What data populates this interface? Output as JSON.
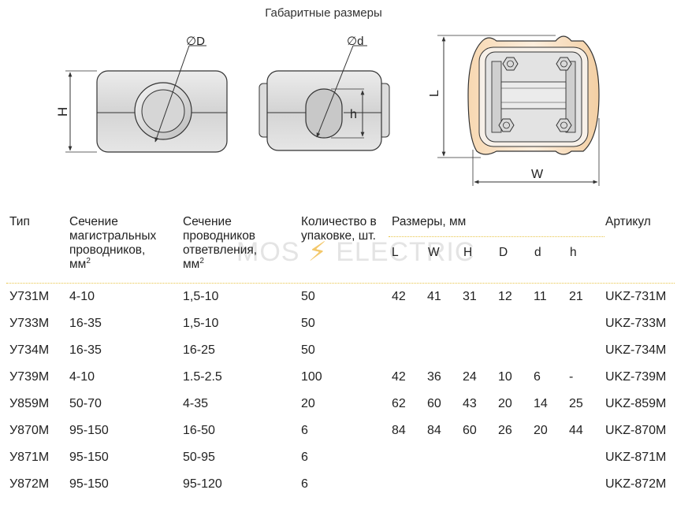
{
  "title": "Габаритные размеры",
  "drawing_labels": {
    "outer_diameter": "∅D",
    "inner_diameter": "∅d",
    "height_H": "H",
    "height_h": "h",
    "length_L": "L",
    "width_W": "W"
  },
  "watermark": {
    "left": "MOS",
    "bolt": "⚡",
    "right": "ELECTRIC"
  },
  "table": {
    "headers": {
      "type": "Тип",
      "main_section": {
        "line1": "Сечение",
        "line2": "магистральных",
        "line3": "проводников,",
        "line4": "мм",
        "sup": "2"
      },
      "branch_section": {
        "line1": "Сечение",
        "line2": "проводников",
        "line3": "ответвления,",
        "line4": "мм",
        "sup": "2"
      },
      "qty": {
        "line1": "Количество в",
        "line2": "упаковке, шт."
      },
      "dimensions": "Размеры, мм",
      "article": "Артикул",
      "dim_cols": [
        "L",
        "W",
        "H",
        "D",
        "d",
        "h"
      ]
    },
    "rows": [
      {
        "type": "У731М",
        "main": "4-10",
        "branch": "1,5-10",
        "qty": "50",
        "L": "42",
        "W": "41",
        "H": "31",
        "D": "12",
        "d": "11",
        "h": "21",
        "article": "UKZ-731M"
      },
      {
        "type": "У733М",
        "main": "16-35",
        "branch": "1,5-10",
        "qty": "50",
        "L": "",
        "W": "",
        "H": "",
        "D": "",
        "d": "",
        "h": "",
        "article": "UKZ-733M"
      },
      {
        "type": "У734М",
        "main": "16-35",
        "branch": "16-25",
        "qty": "50",
        "L": "",
        "W": "",
        "H": "",
        "D": "",
        "d": "",
        "h": "",
        "article": "UKZ-734M"
      },
      {
        "type": "У739М",
        "main": "4-10",
        "branch": "1.5-2.5",
        "qty": "100",
        "L": "42",
        "W": "36",
        "H": "24",
        "D": "10",
        "d": "6",
        "h": "-",
        "article": "UKZ-739M"
      },
      {
        "type": "У859М",
        "main": "50-70",
        "branch": "4-35",
        "qty": "20",
        "L": "62",
        "W": "60",
        "H": "43",
        "D": "20",
        "d": "14",
        "h": "25",
        "article": "UKZ-859M"
      },
      {
        "type": "У870М",
        "main": "95-150",
        "branch": "16-50",
        "qty": "6",
        "L": "84",
        "W": "84",
        "H": "60",
        "D": "26",
        "d": "20",
        "h": "44",
        "article": "UKZ-870M"
      },
      {
        "type": "У871М",
        "main": "95-150",
        "branch": "50-95",
        "qty": "6",
        "L": "",
        "W": "",
        "H": "",
        "D": "",
        "d": "",
        "h": "",
        "article": "UKZ-871M"
      },
      {
        "type": "У872М",
        "main": "95-150",
        "branch": "95-120",
        "qty": "6",
        "L": "",
        "W": "",
        "H": "",
        "D": "",
        "d": "",
        "h": "",
        "article": "UKZ-872M"
      }
    ]
  }
}
